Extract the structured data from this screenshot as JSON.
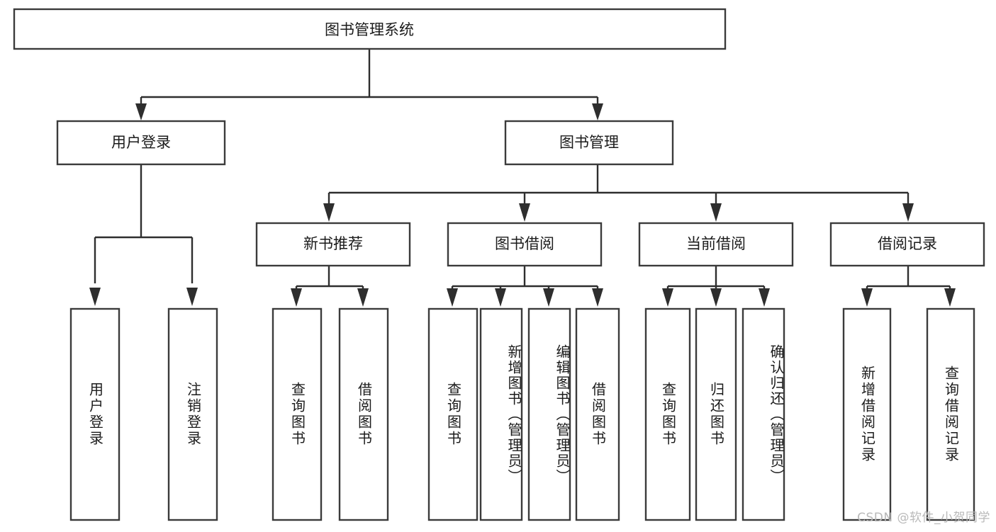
{
  "diagram": {
    "title": "图书管理系统",
    "type": "hierarchy-tree",
    "root": {
      "id": "root",
      "label": "图书管理系统"
    },
    "level2": [
      {
        "id": "user-login",
        "label": "用户登录"
      },
      {
        "id": "book-manage",
        "label": "图书管理"
      }
    ],
    "level3": [
      {
        "id": "new-book-recommend",
        "label": "新书推荐",
        "parent": "book-manage"
      },
      {
        "id": "book-borrow",
        "label": "图书借阅",
        "parent": "book-manage"
      },
      {
        "id": "current-borrow",
        "label": "当前借阅",
        "parent": "book-manage"
      },
      {
        "id": "borrow-record",
        "label": "借阅记录",
        "parent": "book-manage"
      }
    ],
    "leaves": [
      {
        "id": "leaf-user-login",
        "label": "用户登录",
        "parent": "user-login"
      },
      {
        "id": "leaf-user-logout",
        "label": "注销登录",
        "parent": "user-login"
      },
      {
        "id": "leaf-query-book-1",
        "label": "查询图书",
        "parent": "new-book-recommend"
      },
      {
        "id": "leaf-borrow-book-1",
        "label": "借阅图书",
        "parent": "new-book-recommend"
      },
      {
        "id": "leaf-query-book-2",
        "label": "查询图书",
        "parent": "book-borrow"
      },
      {
        "id": "leaf-add-book",
        "label": "新增图书（管理员）",
        "parent": "book-borrow"
      },
      {
        "id": "leaf-edit-book",
        "label": "编辑图书（管理员）",
        "parent": "book-borrow"
      },
      {
        "id": "leaf-borrow-book-2",
        "label": "借阅图书",
        "parent": "book-borrow"
      },
      {
        "id": "leaf-query-book-3",
        "label": "查询图书",
        "parent": "current-borrow"
      },
      {
        "id": "leaf-return-book",
        "label": "归还图书",
        "parent": "current-borrow"
      },
      {
        "id": "leaf-confirm-return",
        "label": "确认归还（管理员）",
        "parent": "current-borrow"
      },
      {
        "id": "leaf-add-record",
        "label": "新增借阅记录",
        "parent": "borrow-record"
      },
      {
        "id": "leaf-query-record",
        "label": "查询借阅记录",
        "parent": "borrow-record"
      }
    ]
  },
  "watermark": {
    "text": "CSDN @软件_小贺同学"
  },
  "colors": {
    "box_stroke": "#3b3b3b",
    "connector": "#2e2e2e",
    "text": "#1b1b1b",
    "background": "#ffffff",
    "watermark": "#b9b9b9"
  }
}
